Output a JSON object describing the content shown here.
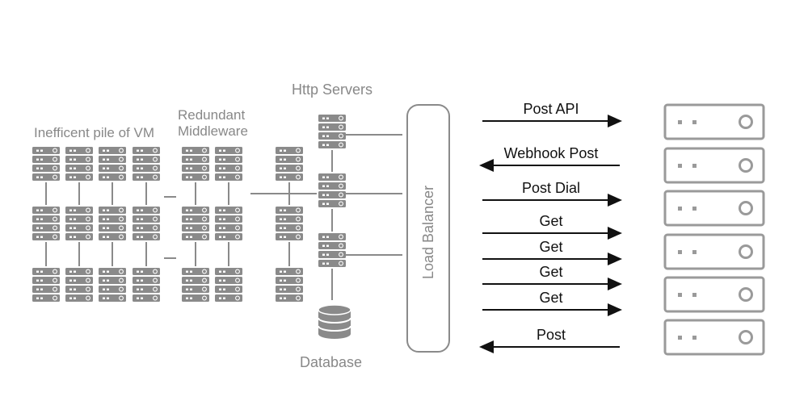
{
  "labels": {
    "vm_pile": "Inefficent pile of VM",
    "middleware_line1": "Redundant",
    "middleware_line2": "Middleware",
    "http_servers": "Http Servers",
    "database": "Database",
    "load_balancer": "Load Balancer"
  },
  "arrows": [
    {
      "label": "Post API",
      "direction": "right"
    },
    {
      "label": "Webhook Post",
      "direction": "left"
    },
    {
      "label": "Post Dial",
      "direction": "right"
    },
    {
      "label": "Get",
      "direction": "right"
    },
    {
      "label": "Get",
      "direction": "right"
    },
    {
      "label": "Get",
      "direction": "right"
    },
    {
      "label": "Get",
      "direction": "right"
    },
    {
      "label": "Post",
      "direction": "left"
    }
  ],
  "colors": {
    "server_gray": "#8a8a8a",
    "label_gray": "#888888",
    "arrow_black": "#111111",
    "external_server": "#9a9a9a"
  }
}
